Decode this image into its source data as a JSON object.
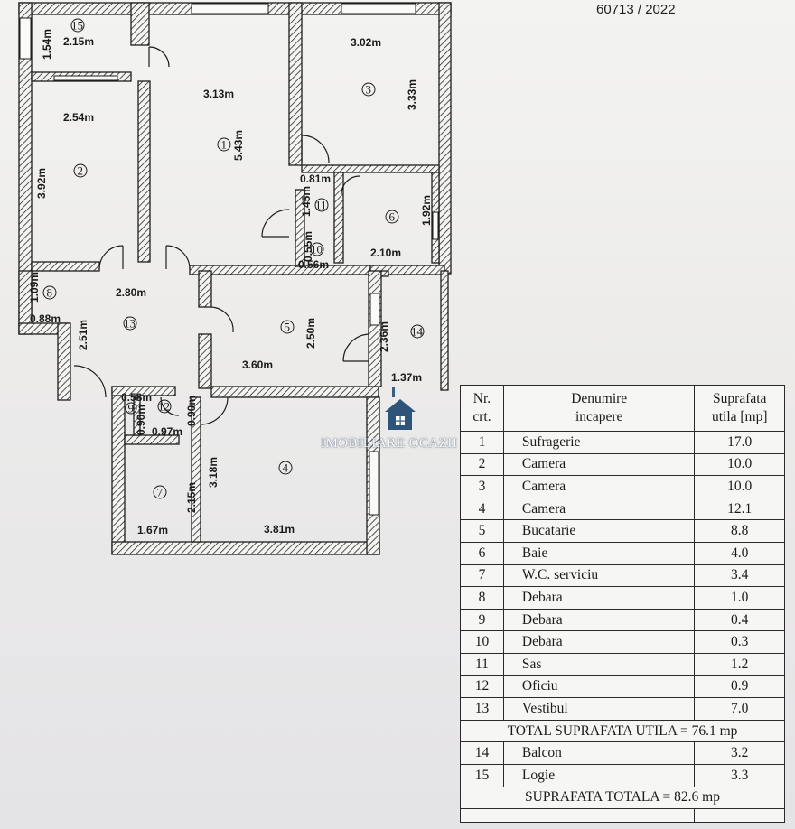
{
  "document": {
    "reference": "60713 / 2022"
  },
  "watermark": {
    "text": "IMOBILIARE OCAZII",
    "icon": "house-icon"
  },
  "plan": {
    "rooms": [
      {
        "number": "1",
        "dims": [
          "3.13m",
          "5.43m"
        ]
      },
      {
        "number": "2",
        "dims": [
          "2.54m",
          "3.92m"
        ]
      },
      {
        "number": "3",
        "dims": [
          "3.02m",
          "3.33m"
        ]
      },
      {
        "number": "4",
        "dims": [
          "3.81m",
          "3.18m"
        ]
      },
      {
        "number": "5",
        "dims": [
          "3.60m",
          "2.50m"
        ]
      },
      {
        "number": "6",
        "dims": [
          "2.10m",
          "1.92m"
        ]
      },
      {
        "number": "7",
        "dims": [
          "1.67m",
          "2.15m"
        ]
      },
      {
        "number": "8",
        "dims": [
          "1.09m",
          "0.88m"
        ]
      },
      {
        "number": "9",
        "dims": [
          "0.58m",
          "0.90m"
        ]
      },
      {
        "number": "10",
        "dims": [
          "0.56m",
          "0.55m"
        ]
      },
      {
        "number": "11",
        "dims": [
          "0.81m",
          "1.45m"
        ]
      },
      {
        "number": "12",
        "dims": [
          "0.97m",
          "0.90m"
        ]
      },
      {
        "number": "13",
        "dims": [
          "2.80m",
          "2.51m"
        ]
      },
      {
        "number": "14",
        "dims": [
          "1.37m",
          "2.36m"
        ]
      },
      {
        "number": "15",
        "dims": [
          "2.15m",
          "1.54m"
        ]
      }
    ]
  },
  "table": {
    "headers": {
      "nr": "Nr.\ncrt.",
      "name": "Denumire\nincapere",
      "area": "Suprafata\nutila [mp]"
    },
    "rows": [
      {
        "nr": "1",
        "name": "Sufragerie",
        "area": "17.0"
      },
      {
        "nr": "2",
        "name": "Camera",
        "area": "10.0"
      },
      {
        "nr": "3",
        "name": "Camera",
        "area": "10.0"
      },
      {
        "nr": "4",
        "name": "Camera",
        "area": "12.1"
      },
      {
        "nr": "5",
        "name": "Bucatarie",
        "area": "8.8"
      },
      {
        "nr": "6",
        "name": "Baie",
        "area": "4.0"
      },
      {
        "nr": "7",
        "name": "W.C. serviciu",
        "area": "3.4"
      },
      {
        "nr": "8",
        "name": "Debara",
        "area": "1.0"
      },
      {
        "nr": "9",
        "name": "Debara",
        "area": "0.4"
      },
      {
        "nr": "10",
        "name": "Debara",
        "area": "0.3"
      },
      {
        "nr": "11",
        "name": "Sas",
        "area": "1.2"
      },
      {
        "nr": "12",
        "name": "Oficiu",
        "area": "0.9"
      },
      {
        "nr": "13",
        "name": "Vestibul",
        "area": "7.0"
      }
    ],
    "total_useful": "TOTAL SUPRAFATA UTILA = 76.1 mp",
    "extra_rows": [
      {
        "nr": "14",
        "name": "Balcon",
        "area": "3.2"
      },
      {
        "nr": "15",
        "name": "Logie",
        "area": "3.3"
      }
    ],
    "total_overall": "SUPRAFATA TOTALA = 82.6 mp"
  }
}
